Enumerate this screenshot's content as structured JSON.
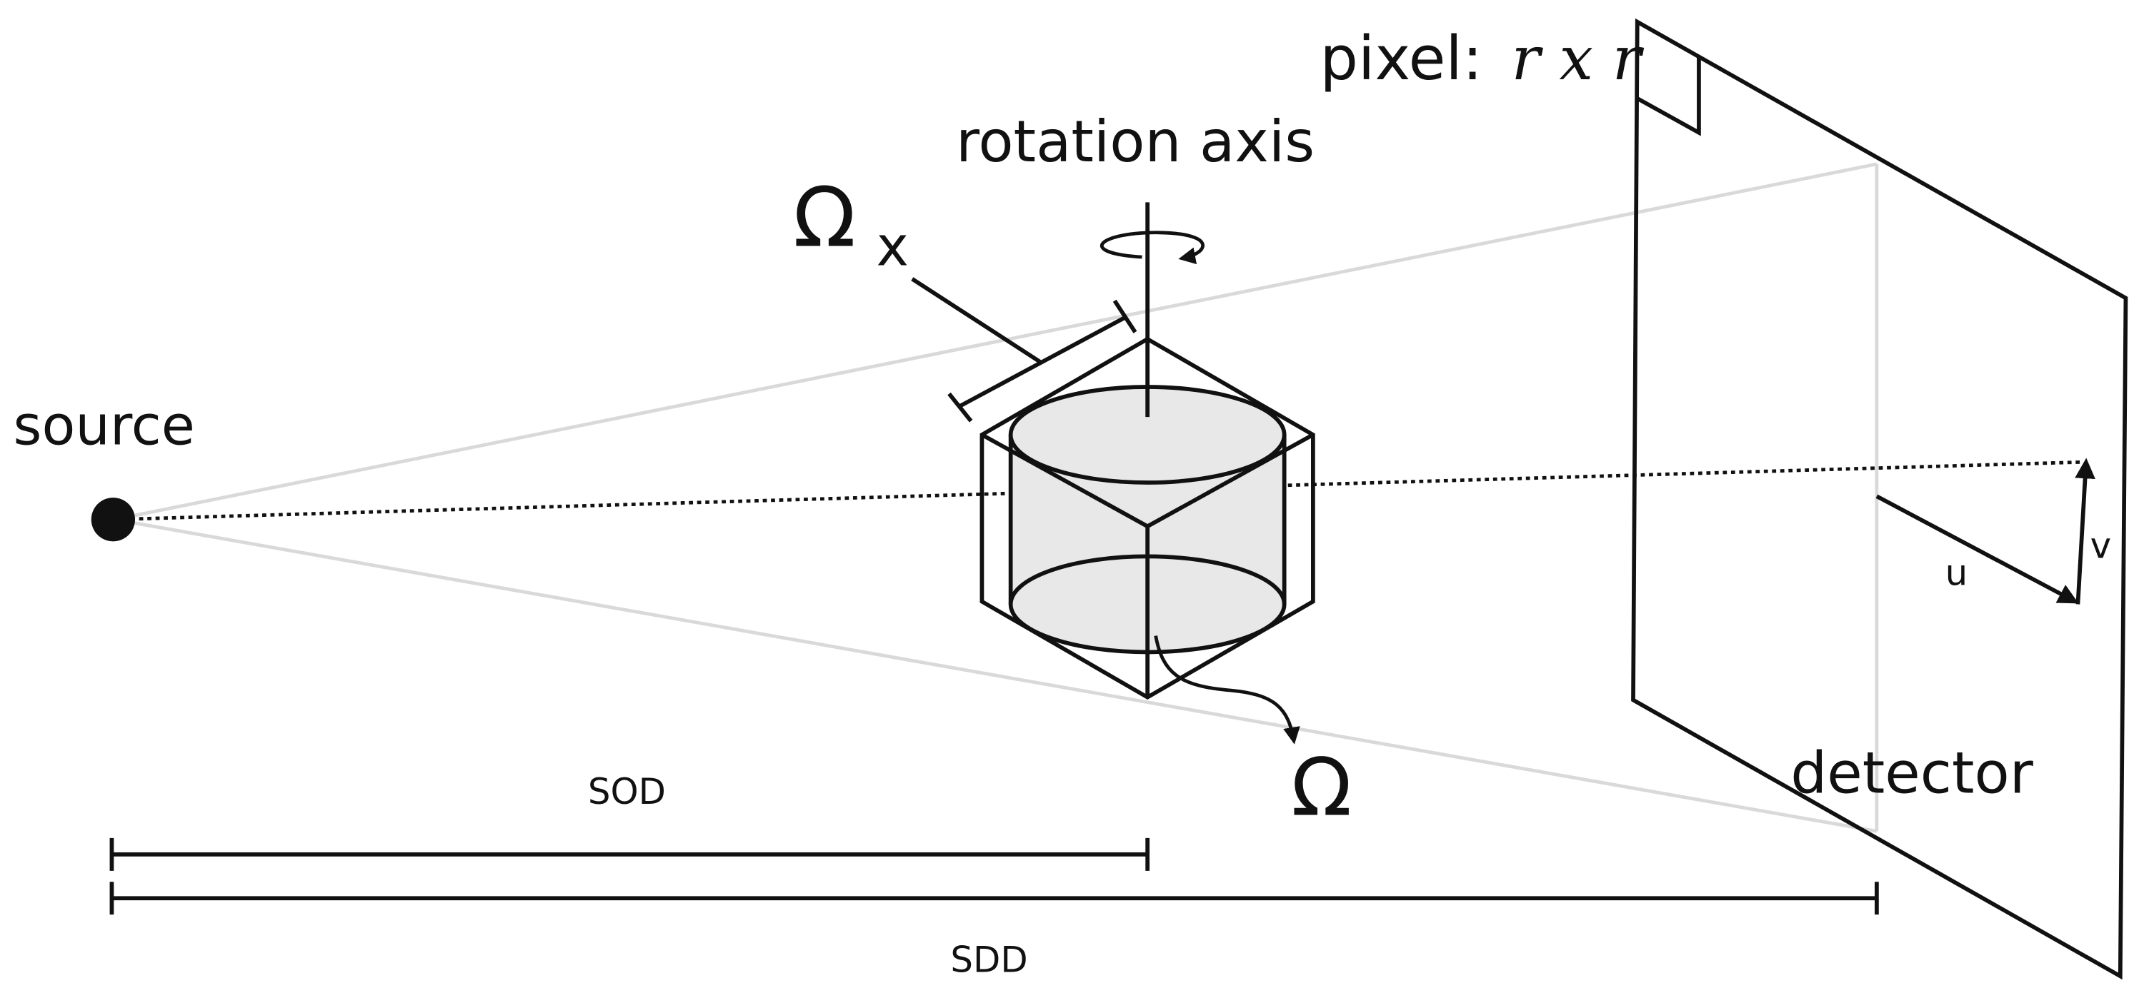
{
  "labels": {
    "source": "source",
    "rotation_axis": "rotation axis",
    "pixel_prefix": "pixel:",
    "pixel_size": "r x r",
    "omega_x_symbol": "Ω",
    "omega_x_subscript": "x",
    "omega": "Ω",
    "detector": "detector",
    "sod": "SOD",
    "sdd": "SDD",
    "u": "u",
    "v": "v"
  },
  "colors": {
    "line": "#111111",
    "ray": "#d9d9d9",
    "cylinder_fill": "#e8e8e8"
  }
}
